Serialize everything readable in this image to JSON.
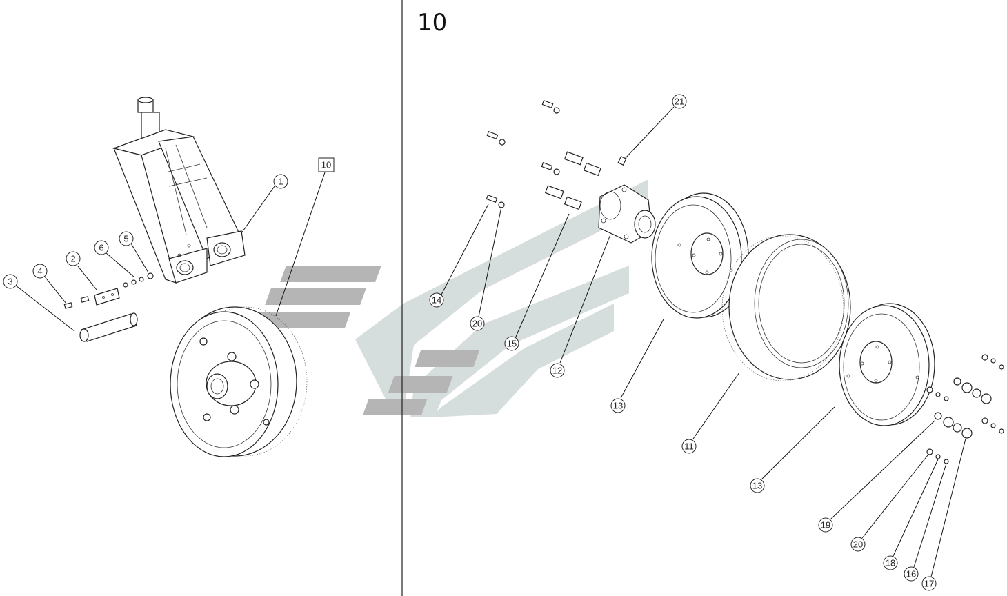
{
  "sheet_title": "10",
  "colors": {
    "watermark_light": "#d6dedd",
    "watermark_dark": "#b5b5b5",
    "line": "#222222"
  },
  "left_assembly": {
    "callouts": {
      "c1": "1",
      "c2": "2",
      "c3": "3",
      "c4": "4",
      "c5": "5",
      "c6": "6",
      "wheel_ref": "10"
    }
  },
  "right_assembly": {
    "callouts": {
      "c21": "21",
      "c14": "14",
      "c20a": "20",
      "c15": "15",
      "c12": "12",
      "c13a": "13",
      "c11": "11",
      "c13b": "13",
      "c19": "19",
      "c20b": "20",
      "c18": "18",
      "c16": "16",
      "c17": "17"
    }
  }
}
